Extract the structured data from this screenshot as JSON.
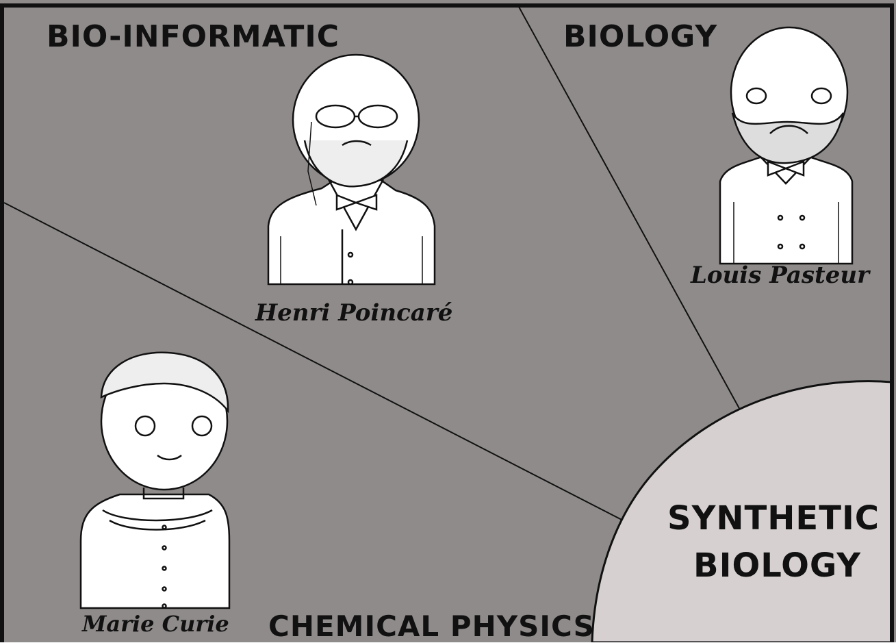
{
  "regions": {
    "bio_informatic": "BIO-INFORMATIC",
    "biology": "BIOLOGY",
    "chemical_physics": "CHEMICAL PHYSICS",
    "synthetic_line1": "SYNTHETIC",
    "synthetic_line2": "BIOLOGY"
  },
  "portraits": {
    "henri": "Henri Poincaré",
    "louis": "Louis Pasteur",
    "marie": "Marie Curie"
  },
  "colors": {
    "background": "#908b8b",
    "synthetic_region": "#d6d0d0",
    "ink": "#111111",
    "figure": "#ffffff"
  }
}
